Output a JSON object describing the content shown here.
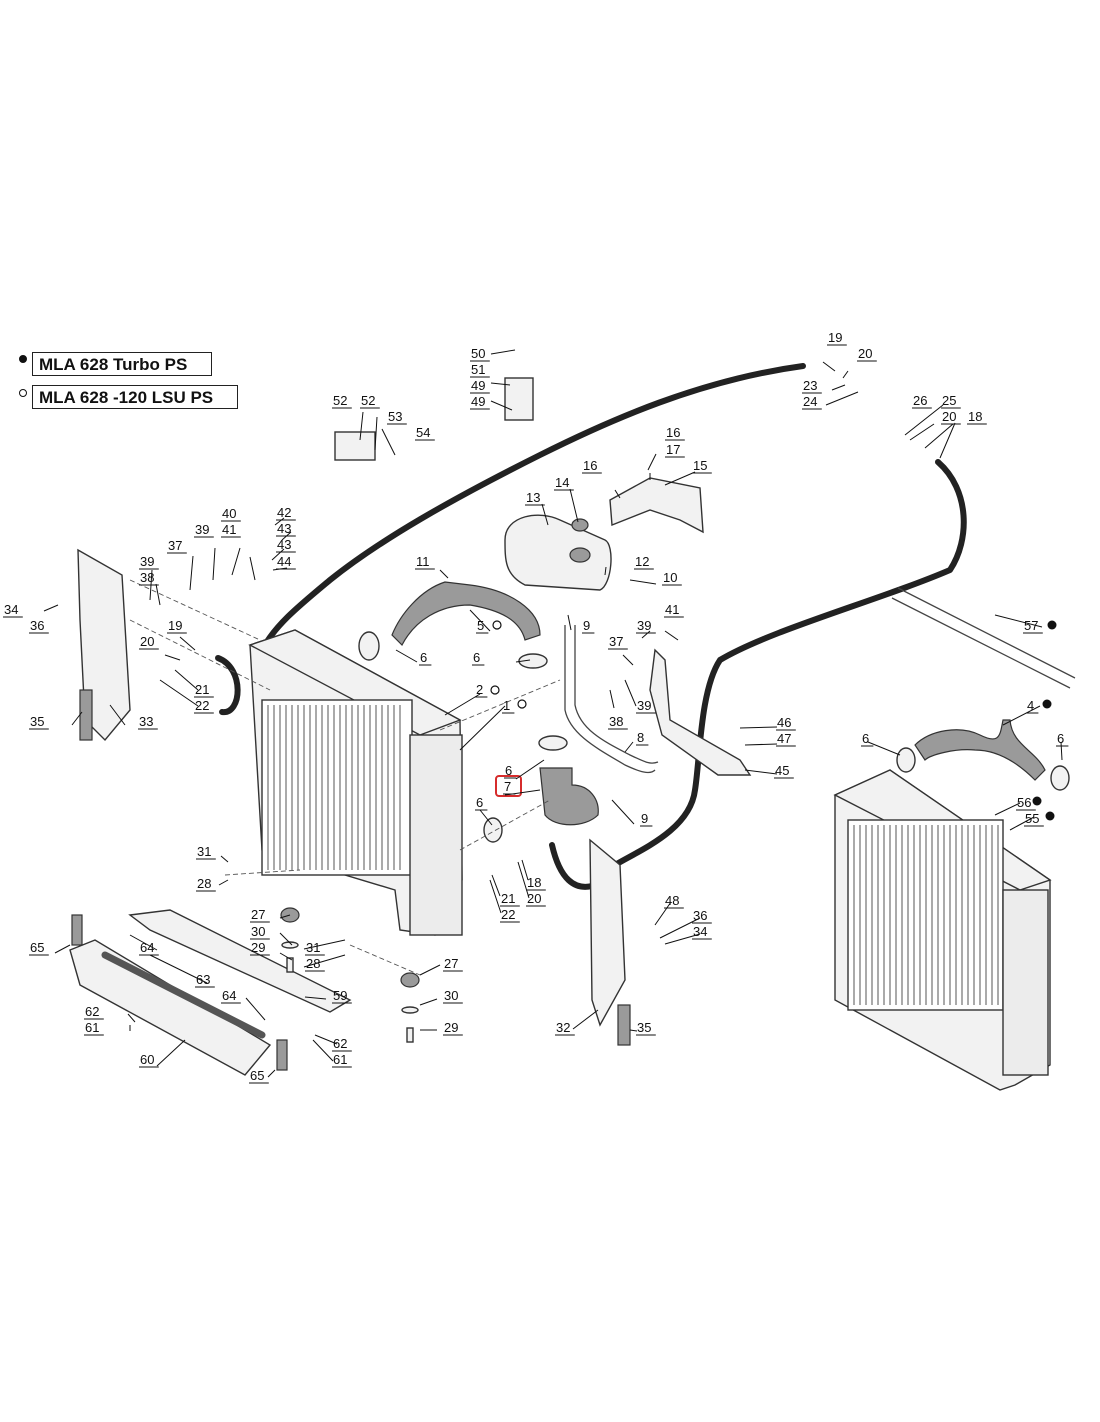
{
  "legend": [
    {
      "marker": "filled",
      "text": "MLA 628 Turbo PS"
    },
    {
      "marker": "hollow",
      "text": "MLA 628 -120 LSU PS"
    }
  ],
  "highlight_color": "#d62c2c",
  "labels": [
    {
      "id": "50",
      "text": "50"
    },
    {
      "id": "51",
      "text": "51"
    },
    {
      "id": "49a",
      "text": "49"
    },
    {
      "id": "49b",
      "text": "49"
    },
    {
      "id": "19a",
      "text": "19"
    },
    {
      "id": "20a",
      "text": "20"
    },
    {
      "id": "23",
      "text": "23"
    },
    {
      "id": "24",
      "text": "24"
    },
    {
      "id": "26",
      "text": "26"
    },
    {
      "id": "25",
      "text": "25"
    },
    {
      "id": "20b",
      "text": "20"
    },
    {
      "id": "18a",
      "text": "18"
    },
    {
      "id": "52a",
      "text": "52"
    },
    {
      "id": "52b",
      "text": "52"
    },
    {
      "id": "53",
      "text": "53"
    },
    {
      "id": "54",
      "text": "54"
    },
    {
      "id": "16a",
      "text": "16"
    },
    {
      "id": "17",
      "text": "17"
    },
    {
      "id": "16b",
      "text": "16"
    },
    {
      "id": "15",
      "text": "15"
    },
    {
      "id": "13",
      "text": "13"
    },
    {
      "id": "14",
      "text": "14"
    },
    {
      "id": "12",
      "text": "12"
    },
    {
      "id": "10",
      "text": "10"
    },
    {
      "id": "11",
      "text": "11"
    },
    {
      "id": "40",
      "text": "40"
    },
    {
      "id": "42",
      "text": "42"
    },
    {
      "id": "43a",
      "text": "43"
    },
    {
      "id": "43b",
      "text": "43"
    },
    {
      "id": "44",
      "text": "44"
    },
    {
      "id": "39a",
      "text": "39"
    },
    {
      "id": "41a",
      "text": "41"
    },
    {
      "id": "37a",
      "text": "37"
    },
    {
      "id": "39b",
      "text": "39"
    },
    {
      "id": "38a",
      "text": "38"
    },
    {
      "id": "34a",
      "text": "34"
    },
    {
      "id": "36a",
      "text": "36"
    },
    {
      "id": "19b",
      "text": "19"
    },
    {
      "id": "20c",
      "text": "20"
    },
    {
      "id": "21a",
      "text": "21"
    },
    {
      "id": "22a",
      "text": "22"
    },
    {
      "id": "35a",
      "text": "35"
    },
    {
      "id": "33",
      "text": "33"
    },
    {
      "id": "5",
      "text": "5"
    },
    {
      "id": "6a",
      "text": "6"
    },
    {
      "id": "6b",
      "text": "6"
    },
    {
      "id": "9a",
      "text": "9"
    },
    {
      "id": "41b",
      "text": "41"
    },
    {
      "id": "39c",
      "text": "39"
    },
    {
      "id": "37b",
      "text": "37"
    },
    {
      "id": "38b",
      "text": "38"
    },
    {
      "id": "39d",
      "text": "39"
    },
    {
      "id": "2",
      "text": "2"
    },
    {
      "id": "1",
      "text": "1"
    },
    {
      "id": "8",
      "text": "8"
    },
    {
      "id": "6c",
      "text": "6"
    },
    {
      "id": "7",
      "text": "7"
    },
    {
      "id": "6d",
      "text": "6"
    },
    {
      "id": "9b",
      "text": "9"
    },
    {
      "id": "57",
      "text": "57"
    },
    {
      "id": "46",
      "text": "46"
    },
    {
      "id": "47",
      "text": "47"
    },
    {
      "id": "45",
      "text": "45"
    },
    {
      "id": "4",
      "text": "4"
    },
    {
      "id": "6e",
      "text": "6"
    },
    {
      "id": "6f",
      "text": "6"
    },
    {
      "id": "56",
      "text": "56"
    },
    {
      "id": "55",
      "text": "55"
    },
    {
      "id": "31a",
      "text": "31"
    },
    {
      "id": "28a",
      "text": "28"
    },
    {
      "id": "21b",
      "text": "21"
    },
    {
      "id": "22b",
      "text": "22"
    },
    {
      "id": "18b",
      "text": "18"
    },
    {
      "id": "20d",
      "text": "20"
    },
    {
      "id": "27a",
      "text": "27"
    },
    {
      "id": "30a",
      "text": "30"
    },
    {
      "id": "29a",
      "text": "29"
    },
    {
      "id": "31b",
      "text": "31"
    },
    {
      "id": "28b",
      "text": "28"
    },
    {
      "id": "65a",
      "text": "65"
    },
    {
      "id": "64a",
      "text": "64"
    },
    {
      "id": "63",
      "text": "63"
    },
    {
      "id": "64b",
      "text": "64"
    },
    {
      "id": "59",
      "text": "59"
    },
    {
      "id": "62a",
      "text": "62"
    },
    {
      "id": "61a",
      "text": "61"
    },
    {
      "id": "60",
      "text": "60"
    },
    {
      "id": "65b",
      "text": "65"
    },
    {
      "id": "62b",
      "text": "62"
    },
    {
      "id": "61b",
      "text": "61"
    },
    {
      "id": "27b",
      "text": "27"
    },
    {
      "id": "30b",
      "text": "30"
    },
    {
      "id": "29b",
      "text": "29"
    },
    {
      "id": "48",
      "text": "48"
    },
    {
      "id": "36b",
      "text": "36"
    },
    {
      "id": "34b",
      "text": "34"
    },
    {
      "id": "32",
      "text": "32"
    },
    {
      "id": "35b",
      "text": "35"
    }
  ]
}
